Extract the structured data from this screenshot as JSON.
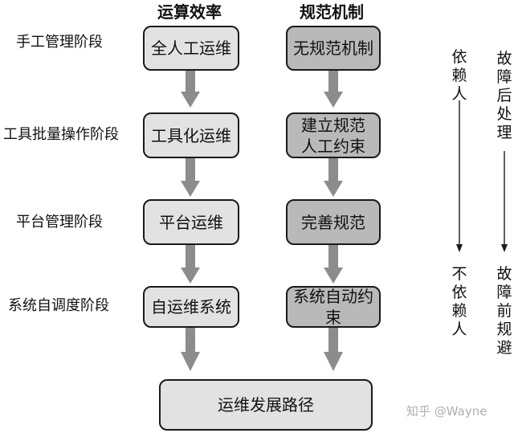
{
  "headers": {
    "left": "运算效率",
    "right": "规范机制"
  },
  "stages": [
    "手工管理阶段",
    "工具批量操作阶段",
    "平台管理阶段",
    "系统自调度阶段"
  ],
  "left_boxes": [
    "全人工运维",
    "工具化运维",
    "平台运维",
    "自运维系统"
  ],
  "right_boxes": [
    [
      "无规范机制"
    ],
    [
      "建立规范",
      "人工约束"
    ],
    [
      "完善规范"
    ],
    [
      "系统自动约束"
    ]
  ],
  "bottom_box": "运维发展路径",
  "side": {
    "left_top": [
      "依",
      "赖",
      "人"
    ],
    "left_bottom": [
      "不",
      "依",
      "赖",
      "人"
    ],
    "right_top": [
      "故",
      "障",
      "后",
      "处",
      "理"
    ],
    "right_bottom": [
      "故",
      "障",
      "前",
      "规",
      "避"
    ]
  },
  "watermark": "知乎 @Wayne",
  "colors": {
    "arrow": "#8c8c8c",
    "box_light": "#e2e2e2",
    "box_dark": "#b9b9b9"
  }
}
